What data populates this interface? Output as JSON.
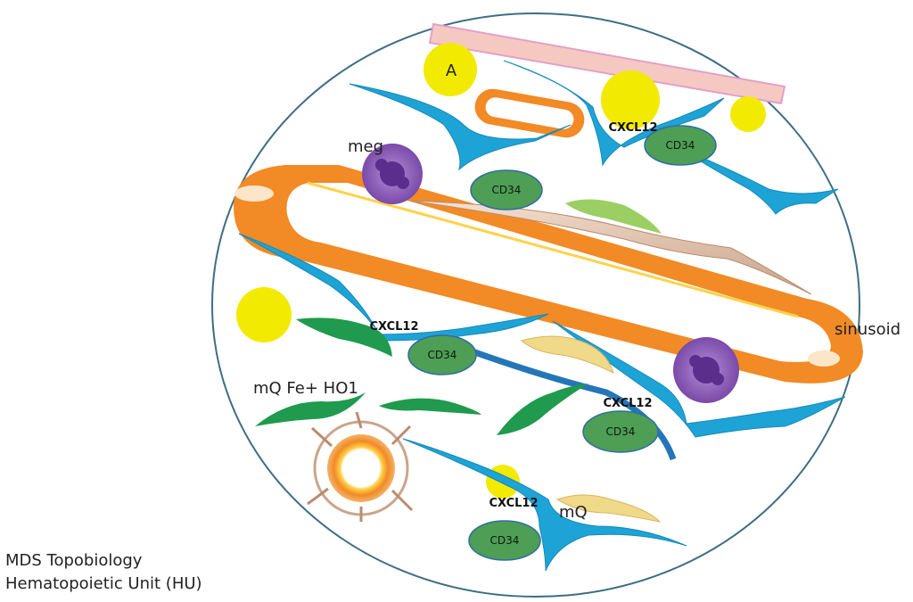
{
  "caption": {
    "line1": "MDS Topobiology",
    "line2": "Hematopoietic Unit (HU)"
  },
  "labels": {
    "adipocyte": "A",
    "megakaryocyte": "meg",
    "sinusoid": "sinusoid",
    "macrophage_iron": "mQ Fe+ HO1",
    "macrophage": "mQ",
    "cxcl12": [
      "CXCL12",
      "CXCL12",
      "CXCL12",
      "CXCL12"
    ],
    "cd34": [
      "CD34",
      "CD34",
      "CD34",
      "CD34",
      "CD34"
    ]
  },
  "colors": {
    "outline": "#3e6d84",
    "stromal_cell": "#1ea3d6",
    "cd34_cell": "#4e9e55",
    "sinusoid": "#f28a25",
    "adipocyte": "#f2ea00",
    "megakaryocyte": "#8a5bb5",
    "bone": "#f5c9c2",
    "green_macrophage": "#1f9a4e",
    "yellow_macrophage": "#f1d98a"
  }
}
